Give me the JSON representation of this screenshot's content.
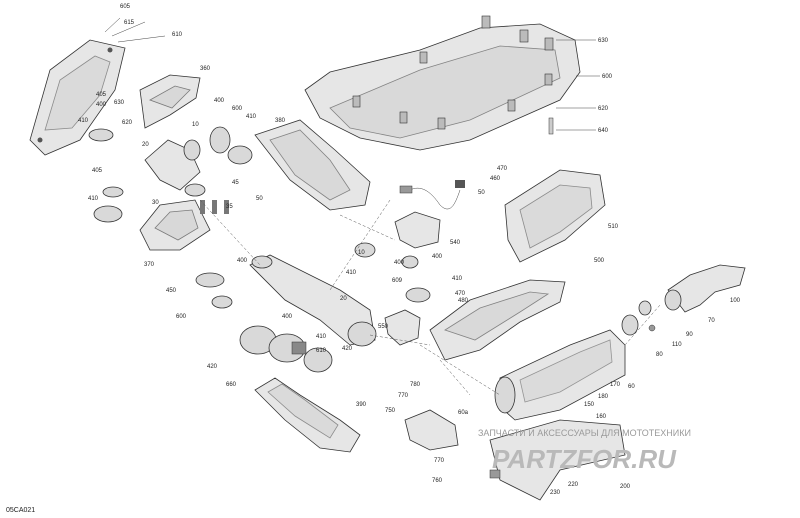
{
  "diagram": {
    "code": "05CA021",
    "watermark_top": "ЗАПЧАСТИ И АКСЕССУАРЫ ДЛЯ МОТОТЕХНИКИ",
    "watermark_logo": "PARTZFOR.RU",
    "callouts": [
      {
        "id": "c605",
        "text": "605"
      },
      {
        "id": "c615",
        "text": "615"
      },
      {
        "id": "c610",
        "text": "610"
      },
      {
        "id": "c360",
        "text": "360"
      },
      {
        "id": "c630a",
        "text": "630"
      },
      {
        "id": "c600a",
        "text": "600"
      },
      {
        "id": "c620a",
        "text": "620"
      },
      {
        "id": "c640",
        "text": "640"
      },
      {
        "id": "c405a",
        "text": "405"
      },
      {
        "id": "c400a",
        "text": "400"
      },
      {
        "id": "c630b",
        "text": "630"
      },
      {
        "id": "c410a",
        "text": "410"
      },
      {
        "id": "c620b",
        "text": "620"
      },
      {
        "id": "c20a",
        "text": "20"
      },
      {
        "id": "c10a",
        "text": "10"
      },
      {
        "id": "c400b",
        "text": "400"
      },
      {
        "id": "c600b",
        "text": "600"
      },
      {
        "id": "c410b",
        "text": "410"
      },
      {
        "id": "c380",
        "text": "380"
      },
      {
        "id": "c405b",
        "text": "405"
      },
      {
        "id": "c410c",
        "text": "410"
      },
      {
        "id": "c30",
        "text": "30"
      },
      {
        "id": "c45",
        "text": "45"
      },
      {
        "id": "c35",
        "text": "35"
      },
      {
        "id": "c50a",
        "text": "50"
      },
      {
        "id": "c50b",
        "text": "50"
      },
      {
        "id": "c370",
        "text": "370"
      },
      {
        "id": "c470a",
        "text": "470"
      },
      {
        "id": "c460",
        "text": "460"
      },
      {
        "id": "c510",
        "text": "510"
      },
      {
        "id": "c540",
        "text": "540"
      },
      {
        "id": "c400c",
        "text": "400"
      },
      {
        "id": "c10b",
        "text": "10"
      },
      {
        "id": "c410d",
        "text": "410"
      },
      {
        "id": "c609",
        "text": "609"
      },
      {
        "id": "c400d",
        "text": "400"
      },
      {
        "id": "c410e",
        "text": "410"
      },
      {
        "id": "c550",
        "text": "550"
      },
      {
        "id": "c470b",
        "text": "470"
      },
      {
        "id": "c480",
        "text": "480"
      },
      {
        "id": "c500",
        "text": "500"
      },
      {
        "id": "c450",
        "text": "450"
      },
      {
        "id": "c400e",
        "text": "400"
      },
      {
        "id": "c600c",
        "text": "600"
      },
      {
        "id": "c20b",
        "text": "20"
      },
      {
        "id": "c410f",
        "text": "410"
      },
      {
        "id": "c400f",
        "text": "400"
      },
      {
        "id": "c610b",
        "text": "610"
      },
      {
        "id": "c420a",
        "text": "420"
      },
      {
        "id": "c420b",
        "text": "420"
      },
      {
        "id": "c660",
        "text": "660"
      },
      {
        "id": "c100",
        "text": "100"
      },
      {
        "id": "c70",
        "text": "70"
      },
      {
        "id": "c90",
        "text": "90"
      },
      {
        "id": "c110",
        "text": "110"
      },
      {
        "id": "c80",
        "text": "80"
      },
      {
        "id": "c60",
        "text": "60"
      },
      {
        "id": "c390",
        "text": "390"
      },
      {
        "id": "c780",
        "text": "780"
      },
      {
        "id": "c770a",
        "text": "770"
      },
      {
        "id": "c750",
        "text": "750"
      },
      {
        "id": "c60a",
        "text": "60a"
      },
      {
        "id": "c150",
        "text": "150"
      },
      {
        "id": "c170",
        "text": "170"
      },
      {
        "id": "c180",
        "text": "180"
      },
      {
        "id": "c160",
        "text": "160"
      },
      {
        "id": "c770b",
        "text": "770"
      },
      {
        "id": "c760",
        "text": "760"
      },
      {
        "id": "c220",
        "text": "220"
      },
      {
        "id": "c230",
        "text": "230"
      },
      {
        "id": "c200",
        "text": "200"
      }
    ]
  }
}
